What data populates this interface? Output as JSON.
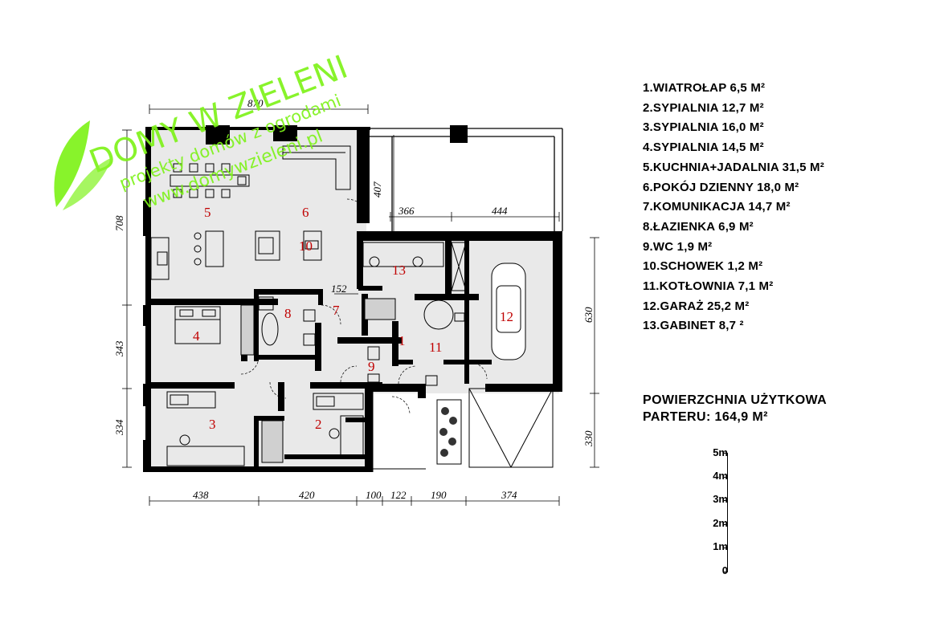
{
  "watermark": {
    "brand": "DOMY W ZIELENI",
    "tagline": "projekty domów z ogrodami",
    "url": "www.domywzieleni.pl",
    "color": "#7ef21a"
  },
  "dimensions": {
    "top_width": "870",
    "terrace_depth": "407",
    "top_left_segment": "366",
    "top_right_segment": "444",
    "left_upper": "708",
    "left_middle": "343",
    "left_lower": "334",
    "right_upper": "630",
    "right_lower": "330",
    "corridor_width": "152",
    "bottom": [
      "438",
      "420",
      "100",
      "122",
      "190",
      "374"
    ]
  },
  "room_numbers": {
    "r1": "1",
    "r2": "2",
    "r3": "3",
    "r4": "4",
    "r5": "5",
    "r6": "6",
    "r7": "7",
    "r8": "8",
    "r9": "9",
    "r10": "10",
    "r11": "11",
    "r12": "12",
    "r13": "13"
  },
  "legend": [
    "1.WIATROŁAP 6,5 M²",
    "2.SYPIALNIA 12,7 M²",
    "3.SYPIALNIA 16,0 M²",
    "4.SYPIALNIA 14,5 M²",
    "5.KUCHNIA+JADALNIA 31,5 M²",
    "6.POKÓJ DZIENNY 18,0 M²",
    "7.KOMUNIKACJA 14,7 M²",
    "8.ŁAZIENKA 6,9 M²",
    "9.WC 1,9 M²",
    "10.SCHOWEK 1,2 M²",
    "11.KOTŁOWNIA 7,1 M²",
    "12.GARAŻ 25,2 M²",
    "13.GABINET 8,7 ²"
  ],
  "area_summary": {
    "line1": "POWIERZCHNIA UŻYTKOWA",
    "line2": "PARTERU: 164,9 M²"
  },
  "scale_bar": {
    "labels": [
      "5m",
      "4m",
      "3m",
      "2m",
      "1m",
      "0"
    ]
  },
  "colors": {
    "floor": "#e9e9e9",
    "wall": "#000000",
    "room_number": "#c00000",
    "watermark": "#7ef21a"
  }
}
